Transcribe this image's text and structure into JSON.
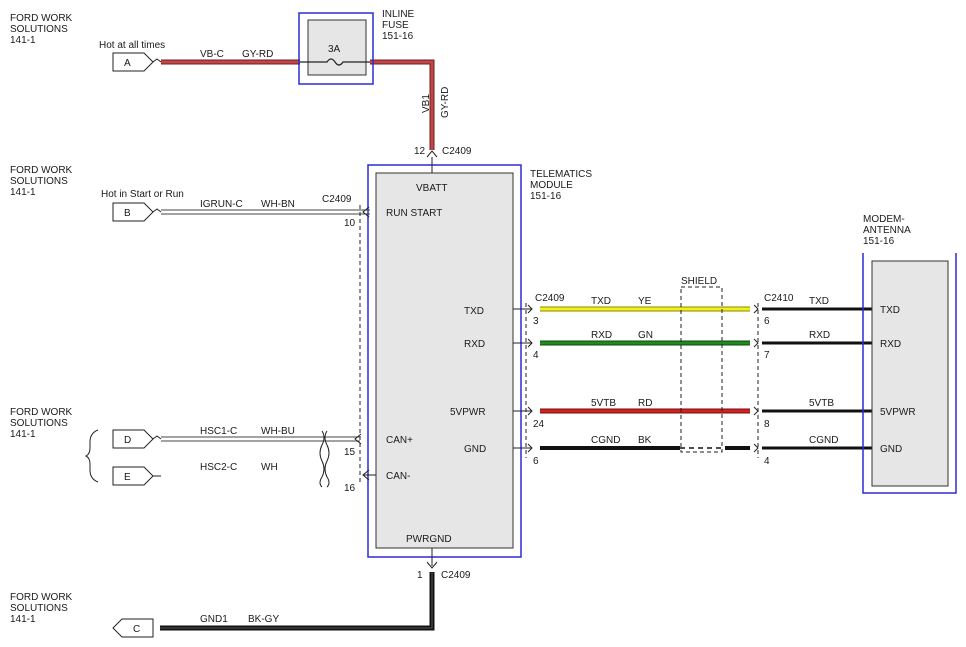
{
  "source_labels": {
    "top": [
      "FORD WORK",
      "SOLUTIONS",
      "141-1"
    ],
    "mid": [
      "FORD WORK",
      "SOLUTIONS",
      "141-1"
    ],
    "can": [
      "FORD WORK",
      "SOLUTIONS",
      "141-1"
    ],
    "bottom": [
      "FORD WORK",
      "SOLUTIONS",
      "141-1"
    ]
  },
  "connectors": {
    "a": {
      "letter": "A",
      "desc": "Hot at all times",
      "circuit": "VB-C",
      "color": "GY-RD"
    },
    "b": {
      "letter": "B",
      "desc": "Hot in Start or Run",
      "circuit": "IGRUN-C",
      "color": "WH-BN"
    },
    "d": {
      "letter": "D",
      "circuit": "HSC1-C",
      "color": "WH-BU"
    },
    "e": {
      "letter": "E",
      "circuit": "HSC2-C",
      "color": "WH"
    },
    "c": {
      "letter": "C",
      "circuit": "GND1",
      "color": "BK-GY"
    }
  },
  "fuse": {
    "title": [
      "INLINE",
      "FUSE",
      "151-16"
    ],
    "rating": "3A",
    "out_circuit": "VB1",
    "out_color": "GY-RD"
  },
  "telematics": {
    "title": [
      "TELEMATICS",
      "MODULE",
      "151-16"
    ],
    "connector": "C2409",
    "pins": {
      "vbatt": {
        "label": "VBATT",
        "num": "12"
      },
      "run_start": {
        "label": "RUN START",
        "num": "10"
      },
      "txd": {
        "label": "TXD",
        "num": "3"
      },
      "rxd": {
        "label": "RXD",
        "num": "4"
      },
      "pwr5v": {
        "label": "5VPWR",
        "num": "24"
      },
      "gnd": {
        "label": "GND",
        "num": "6"
      },
      "can_plus": {
        "label": "CAN+",
        "num": "15"
      },
      "can_minus": {
        "label": "CAN-",
        "num": "16"
      },
      "pwrgnd": {
        "label": "PWRGND",
        "num": "1"
      }
    }
  },
  "modem": {
    "title": [
      "MODEM-",
      "ANTENNA",
      "151-16"
    ],
    "connector": "C2410",
    "pins": {
      "txd": {
        "label": "TXD",
        "num": "6",
        "circuit": "TXD"
      },
      "rxd": {
        "label": "RXD",
        "num": "7",
        "circuit": "RXD"
      },
      "pwr5v": {
        "label": "5VPWR",
        "num": "8",
        "circuit": "5VTB"
      },
      "gnd": {
        "label": "GND",
        "num": "4",
        "circuit": "CGND"
      }
    }
  },
  "wires": {
    "txd": {
      "circuit": "TXD",
      "color": "YE",
      "hex": "#f2f21a"
    },
    "rxd": {
      "circuit": "RXD",
      "color": "GN",
      "hex": "#1f8a1f"
    },
    "pwr": {
      "circuit": "5VTB",
      "color": "RD",
      "hex": "#d42020"
    },
    "gnd": {
      "circuit": "CGND",
      "color": "BK",
      "hex": "#111111"
    }
  },
  "shield_label": "SHIELD",
  "colors": {
    "box_border": "#2b2bd6",
    "wire_battery": "#b73a3a",
    "component_fill": "#e6e6e6"
  }
}
